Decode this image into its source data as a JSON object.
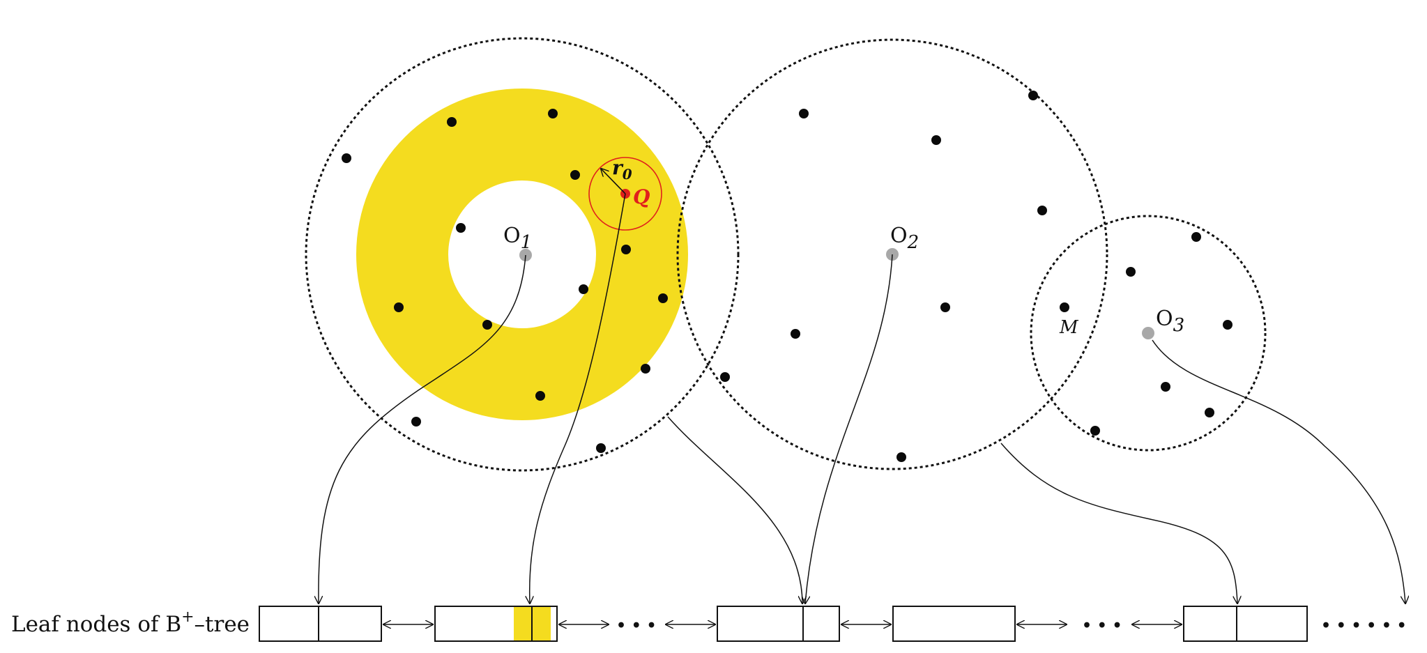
{
  "labels": {
    "o1": "O",
    "o1_sub": "1",
    "o2": "O",
    "o2_sub": "2",
    "o3": "O",
    "o3_sub": "3",
    "q": "Q",
    "r0": "r",
    "r0_sub": "0",
    "m": "M",
    "leaf_caption_pre": "Leaf nodes of B",
    "leaf_caption_sup": "+",
    "leaf_caption_post": "–tree",
    "ellipsis_1": "• • •",
    "ellipsis_2": "• • •",
    "ellipsis_3": "• • • • • •"
  },
  "colors": {
    "annulus": "#f4dc1f",
    "query": "#e0201c",
    "center": "#a8a8a8",
    "points": "#0a0a0a"
  }
}
